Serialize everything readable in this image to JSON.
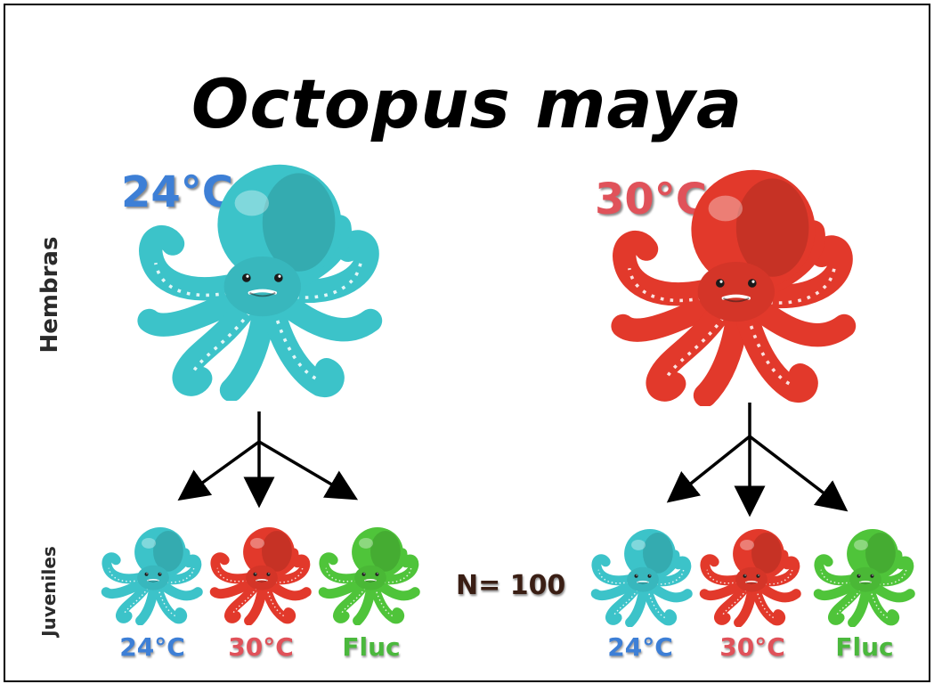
{
  "title": "Octopus maya",
  "labels": {
    "females": "Hembras",
    "juveniles": "Juveniles",
    "sample_size": "N= 100"
  },
  "parents": [
    {
      "temp": "24°C",
      "color": "#3cc3c9",
      "text_color": "#3d7fd6"
    },
    {
      "temp": "30°C",
      "color": "#e2392b",
      "text_color": "#e0525a"
    }
  ],
  "offspring_groups": [
    {
      "labels": [
        "24°C",
        "30°C",
        "Fluc"
      ]
    },
    {
      "labels": [
        "24°C",
        "30°C",
        "Fluc"
      ]
    }
  ],
  "colors": {
    "teal": "#3cc3c9",
    "red": "#e2392b",
    "green": "#4fc43a",
    "label_blue": "#3d7fd6",
    "label_red": "#e0525a",
    "label_green": "#4bb83d"
  },
  "icons": [
    "octopus-icon",
    "arrow-icon"
  ]
}
